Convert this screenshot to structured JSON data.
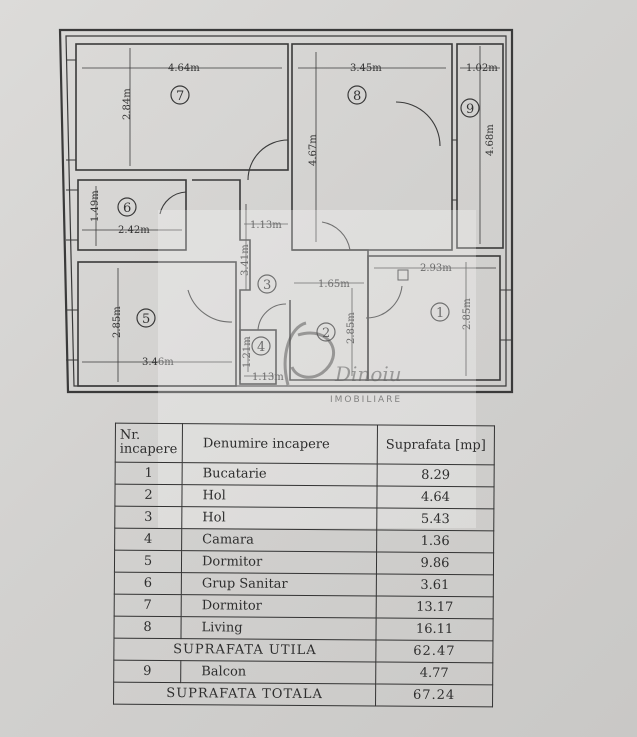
{
  "plan": {
    "dimensions": {
      "r7_width": "4.64m",
      "r7_height": "2.84m",
      "r8_width": "3.45m",
      "r8_height": "4.67m",
      "r9_width": "1.02m",
      "r9_height": "4.68m",
      "r6_width": "2.42m",
      "r6_height": "1.49m",
      "r3_width": "1.13m",
      "r3_height": "3.41m",
      "r2_width": "1.65m",
      "r2_height": "2.85m",
      "r1_width": "2.93m",
      "r1_height": "2.85m",
      "r5_width": "3.46m",
      "r5_height": "2.85m",
      "r4_width": "1.13m",
      "r4_height": "1.21m"
    },
    "room_numbers": {
      "r1": "1",
      "r2": "2",
      "r3": "3",
      "r4": "4",
      "r5": "5",
      "r6": "6",
      "r7": "7",
      "r8": "8",
      "r9": "9"
    }
  },
  "watermark": {
    "brand": "Dinoiu",
    "subtitle": "IMOBILIARE"
  },
  "table": {
    "headers": {
      "nr": "Nr. incapere",
      "name": "Denumire incapere",
      "area": "Suprafata [mp]"
    },
    "rows": [
      {
        "nr": "1",
        "name": "Bucatarie",
        "area": "8.29"
      },
      {
        "nr": "2",
        "name": "Hol",
        "area": "4.64"
      },
      {
        "nr": "3",
        "name": "Hol",
        "area": "5.43"
      },
      {
        "nr": "4",
        "name": "Camara",
        "area": "1.36"
      },
      {
        "nr": "5",
        "name": "Dormitor",
        "area": "9.86"
      },
      {
        "nr": "6",
        "name": "Grup Sanitar",
        "area": "3.61"
      },
      {
        "nr": "7",
        "name": "Dormitor",
        "area": "13.17"
      },
      {
        "nr": "8",
        "name": "Living",
        "area": "16.11"
      }
    ],
    "useful_label": "SUPRAFATA UTILA",
    "useful_value": "62.47",
    "balcony": {
      "nr": "9",
      "name": "Balcon",
      "area": "4.77"
    },
    "total_label": "SUPRAFATA TOTALA",
    "total_value": "67.24"
  }
}
